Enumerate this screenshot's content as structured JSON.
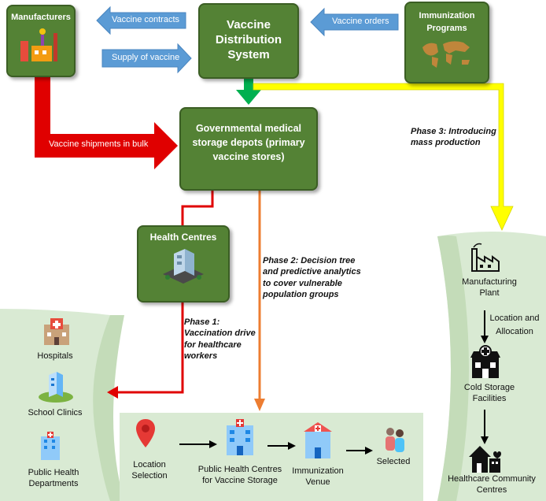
{
  "nodes": {
    "manufacturers": "Manufacturers",
    "vds": [
      "Vaccine",
      "Distribution",
      "System"
    ],
    "immunization": [
      "Immunization",
      "Programs"
    ],
    "depots": [
      "Governmental medical",
      "storage depots (primary",
      "vaccine stores)"
    ],
    "health_centres": "Health Centres"
  },
  "arrows": {
    "vaccine_contracts": "Vaccine contracts",
    "supply_of_vaccine": "Supply of vaccine",
    "vaccine_orders": "Vaccine orders",
    "shipments": "Vaccine shipments in bulk"
  },
  "phases": {
    "phase3": [
      "Phase 3: Introducing",
      "mass production"
    ],
    "phase2": [
      "Phase 2: Decision tree",
      "and predictive analytics",
      "to cover vulnerable",
      "population groups"
    ],
    "phase1": [
      "Phase 1:",
      "Vaccination drive",
      "for healthcare",
      "workers"
    ]
  },
  "left_panel": {
    "hospitals": "Hospitals",
    "school_clinics": "School Clinics",
    "public_health": [
      "Public Health",
      "Departments"
    ]
  },
  "bottom_panel": {
    "location": [
      "Location",
      "Selection"
    ],
    "phc": [
      "Public Health Centres",
      "for Vaccine Storage"
    ],
    "venue": [
      "Immunization",
      "Venue"
    ],
    "selected": "Selected"
  },
  "right_panel": {
    "plant": [
      "Manufacturing",
      "Plant"
    ],
    "loc_alloc": [
      "Location and",
      "Allocation"
    ],
    "cold": [
      "Cold Storage",
      "Facilities"
    ],
    "community": [
      "Healthcare Community",
      "Centres"
    ]
  },
  "colors": {
    "box_green": "#548235",
    "panel_green": "#d9ead3",
    "arrow_blue": "#5b9bd5",
    "arrow_red": "#e00000",
    "arrow_yellow": "#ffff00",
    "arrow_orange": "#ed7d31",
    "arrow_green": "#00b050"
  }
}
